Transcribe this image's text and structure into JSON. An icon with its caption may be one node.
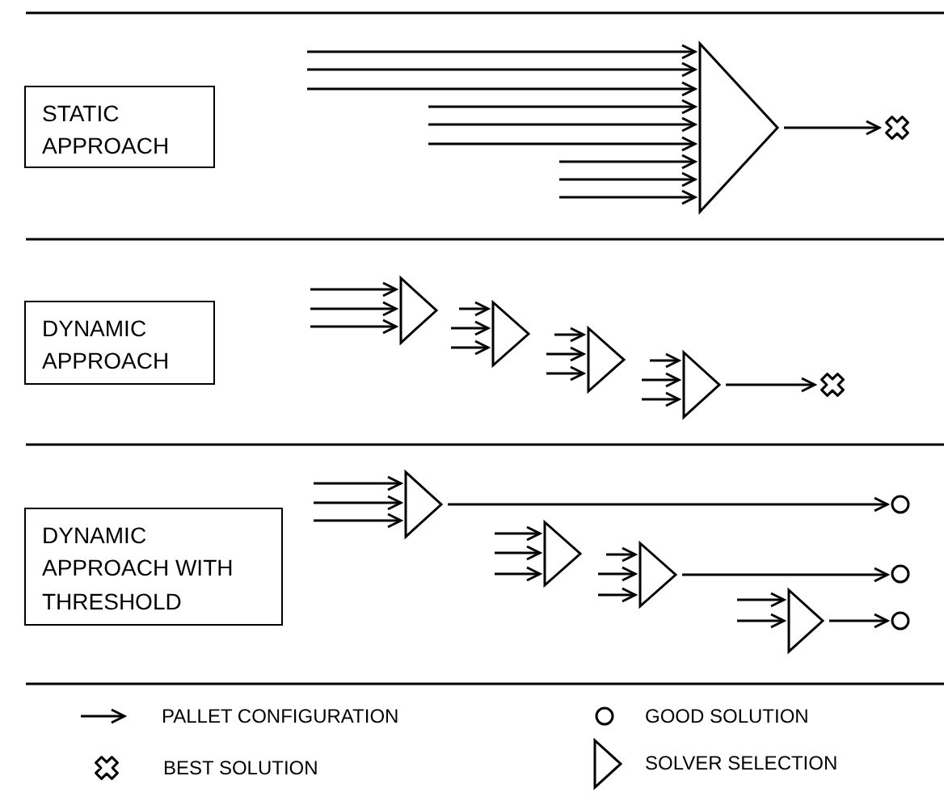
{
  "diagram": {
    "nodes": [
      {
        "text": [
          "STATIC APPROACH"
        ]
      },
      {
        "text": [
          "DYNAMIC APPROACH"
        ]
      },
      {
        "text": [
          "DYNAMIC APPROACH WITH THRESHOLD"
        ]
      },
      {
        "text": [],
        "shape": "triangle"
      },
      {
        "text": [],
        "shape": "cross"
      },
      {
        "text": [],
        "shape": "triangle"
      },
      {
        "text": [],
        "shape": "triangle"
      },
      {
        "text": [],
        "shape": "triangle"
      },
      {
        "text": [],
        "shape": "triangle"
      },
      {
        "text": [],
        "shape": "cross"
      },
      {
        "text": [],
        "shape": "triangle"
      },
      {
        "text": [],
        "shape": "circle"
      },
      {
        "text": [],
        "shape": "triangle"
      },
      {
        "text": [],
        "shape": "triangle"
      },
      {
        "text": [],
        "shape": "circle"
      },
      {
        "text": [],
        "shape": "triangle"
      },
      {
        "text": [],
        "shape": "circle"
      }
    ],
    "edges": [
      {
        "from": null,
        "to": 3,
        "arrow": "to"
      },
      {
        "from": null,
        "to": 3,
        "arrow": "to"
      },
      {
        "from": null,
        "to": 3,
        "arrow": "to"
      },
      {
        "from": null,
        "to": 3,
        "arrow": "to"
      },
      {
        "from": null,
        "to": 3,
        "arrow": "to"
      },
      {
        "from": null,
        "to": 3,
        "arrow": "to"
      },
      {
        "from": null,
        "to": 3,
        "arrow": "to"
      },
      {
        "from": null,
        "to": 3,
        "arrow": "to"
      },
      {
        "from": null,
        "to": 3,
        "arrow": "to"
      },
      {
        "from": 3,
        "to": 4,
        "arrow": "to"
      },
      {
        "from": null,
        "to": 5,
        "arrow": "to"
      },
      {
        "from": null,
        "to": 5,
        "arrow": "to"
      },
      {
        "from": null,
        "to": 5,
        "arrow": "to"
      },
      {
        "from": null,
        "to": 6,
        "arrow": "to"
      },
      {
        "from": null,
        "to": 6,
        "arrow": "to"
      },
      {
        "from": null,
        "to": 6,
        "arrow": "to"
      },
      {
        "from": null,
        "to": 7,
        "arrow": "to"
      },
      {
        "from": null,
        "to": 7,
        "arrow": "to"
      },
      {
        "from": null,
        "to": 7,
        "arrow": "to"
      },
      {
        "from": null,
        "to": 8,
        "arrow": "to"
      },
      {
        "from": null,
        "to": 8,
        "arrow": "to"
      },
      {
        "from": null,
        "to": 8,
        "arrow": "to"
      },
      {
        "from": 8,
        "to": 9,
        "arrow": "to"
      },
      {
        "from": null,
        "to": 10,
        "arrow": "to"
      },
      {
        "from": null,
        "to": 10,
        "arrow": "to"
      },
      {
        "from": null,
        "to": 10,
        "arrow": "to"
      },
      {
        "from": 10,
        "to": 11,
        "arrow": "to"
      },
      {
        "from": null,
        "to": 12,
        "arrow": "to"
      },
      {
        "from": null,
        "to": 12,
        "arrow": "to"
      },
      {
        "from": null,
        "to": 12,
        "arrow": "to"
      },
      {
        "from": null,
        "to": 13,
        "arrow": "to"
      },
      {
        "from": null,
        "to": 13,
        "arrow": "to"
      },
      {
        "from": null,
        "to": 13,
        "arrow": "to"
      },
      {
        "from": 13,
        "to": 14,
        "arrow": "to"
      },
      {
        "from": null,
        "to": 15,
        "arrow": "to"
      },
      {
        "from": null,
        "to": 15,
        "arrow": "to"
      },
      {
        "from": 15,
        "to": 16,
        "arrow": "to"
      }
    ],
    "legend": [
      {
        "text": "PALLET CONFIGURATION"
      },
      {
        "text": "GOOD SOLUTION"
      },
      {
        "text": "BEST SOLUTION"
      },
      {
        "text": "SOLVER SELECTION"
      }
    ]
  }
}
